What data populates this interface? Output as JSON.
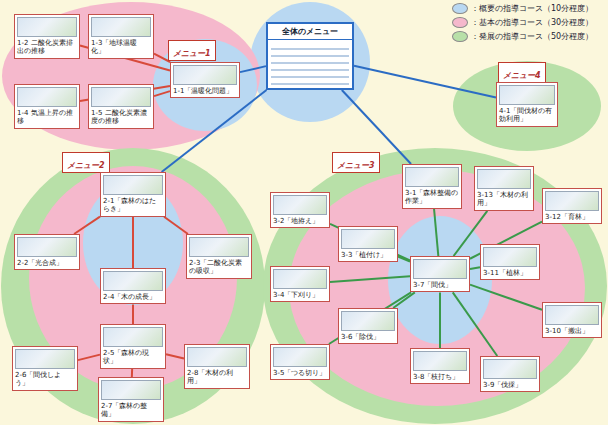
{
  "diagram": {
    "nodes": [
      {
        "text": [
          "全体のメニュー"
        ]
      },
      {
        "text": [
          "メニュー1"
        ]
      },
      {
        "text": [
          "1-1「温暖化問題」"
        ],
        "in": 1
      },
      {
        "text": [
          "1-2 二酸化炭素排出の推移"
        ],
        "in": 1
      },
      {
        "text": [
          "1-3「地球温暖化」"
        ],
        "in": 1
      },
      {
        "text": [
          "1-4 気温上昇の推移"
        ],
        "in": 1
      },
      {
        "text": [
          "1-5 二酸化炭素濃度の推移"
        ],
        "in": 1
      },
      {
        "text": [
          "メニュー4"
        ]
      },
      {
        "text": [
          "4-1「間伐材の有効利用」"
        ],
        "in": 7
      },
      {
        "text": [
          "メニュー2"
        ]
      },
      {
        "text": [
          "2-1「森林のはたらき」"
        ],
        "in": 9
      },
      {
        "text": [
          "2-2「光合成」"
        ],
        "in": 9
      },
      {
        "text": [
          "2-3「二酸化炭素の吸収」"
        ],
        "in": 9
      },
      {
        "text": [
          "2-4「木の成長」"
        ],
        "in": 9
      },
      {
        "text": [
          "2-5「森林の現状」"
        ],
        "in": 9
      },
      {
        "text": [
          "2-6「間伐しよう」"
        ],
        "in": 9
      },
      {
        "text": [
          "2-7「森林の整備」"
        ],
        "in": 9
      },
      {
        "text": [
          "2-8「木材の利用」"
        ],
        "in": 9
      },
      {
        "text": [
          "メニュー3"
        ]
      },
      {
        "text": [
          "3-1「森林整備の作業」"
        ],
        "in": 18
      },
      {
        "text": [
          "3-2「地拵え」"
        ],
        "in": 18
      },
      {
        "text": [
          "3-3「植付け」"
        ],
        "in": 18
      },
      {
        "text": [
          "3-4「下刈り」"
        ],
        "in": 18
      },
      {
        "text": [
          "3-5「つる切り」"
        ],
        "in": 18
      },
      {
        "text": [
          "3-6「除伐」"
        ],
        "in": 18
      },
      {
        "text": [
          "3-7「間伐」"
        ],
        "in": 18
      },
      {
        "text": [
          "3-8「枝打ち」"
        ],
        "in": 18
      },
      {
        "text": [
          "3-9「伐採」"
        ],
        "in": 18
      },
      {
        "text": [
          "3-10「搬出」"
        ],
        "in": 18
      },
      {
        "text": [
          "3-11「植林」"
        ],
        "in": 18
      },
      {
        "text": [
          "3-12「育林」"
        ],
        "in": 18
      },
      {
        "text": [
          "3-13「木材の利用」"
        ],
        "in": 18
      }
    ],
    "edges": [
      {
        "from": 0,
        "to": 2,
        "arrow": "none"
      },
      {
        "from": 0,
        "to": 10,
        "arrow": "none"
      },
      {
        "from": 0,
        "to": 19,
        "arrow": "none"
      },
      {
        "from": 0,
        "to": 8,
        "arrow": "none"
      },
      {
        "from": 2,
        "to": 3,
        "arrow": "none"
      },
      {
        "from": 2,
        "to": 4,
        "arrow": "none"
      },
      {
        "from": 2,
        "to": 5,
        "arrow": "none"
      },
      {
        "from": 2,
        "to": 6,
        "arrow": "none"
      },
      {
        "from": 10,
        "to": 11,
        "arrow": "none"
      },
      {
        "from": 10,
        "to": 12,
        "arrow": "none"
      },
      {
        "from": 10,
        "to": 13,
        "arrow": "none"
      },
      {
        "from": 13,
        "to": 14,
        "arrow": "none"
      },
      {
        "from": 14,
        "to": 15,
        "arrow": "none"
      },
      {
        "from": 14,
        "to": 16,
        "arrow": "none"
      },
      {
        "from": 14,
        "to": 17,
        "arrow": "none"
      },
      {
        "from": 19,
        "to": 25,
        "arrow": "none"
      },
      {
        "from": 25,
        "to": 20,
        "arrow": "none"
      },
      {
        "from": 25,
        "to": 21,
        "arrow": "none"
      },
      {
        "from": 25,
        "to": 22,
        "arrow": "none"
      },
      {
        "from": 25,
        "to": 23,
        "arrow": "none"
      },
      {
        "from": 25,
        "to": 24,
        "arrow": "none"
      },
      {
        "from": 25,
        "to": 26,
        "arrow": "none"
      },
      {
        "from": 25,
        "to": 27,
        "arrow": "none"
      },
      {
        "from": 25,
        "to": 28,
        "arrow": "none"
      },
      {
        "from": 25,
        "to": 29,
        "arrow": "none"
      },
      {
        "from": 25,
        "to": 30,
        "arrow": "none"
      },
      {
        "from": 25,
        "to": 31,
        "arrow": "none"
      }
    ],
    "legend": [
      {
        "text": "：概要の指導コース（10分程度）",
        "color": "#b9d8f2"
      },
      {
        "text": "：基本の指導コース（30分程度）",
        "color": "#f5b8cc"
      },
      {
        "text": "：発展の指導コース（50分程度）",
        "color": "#b8e0a8"
      }
    ]
  }
}
